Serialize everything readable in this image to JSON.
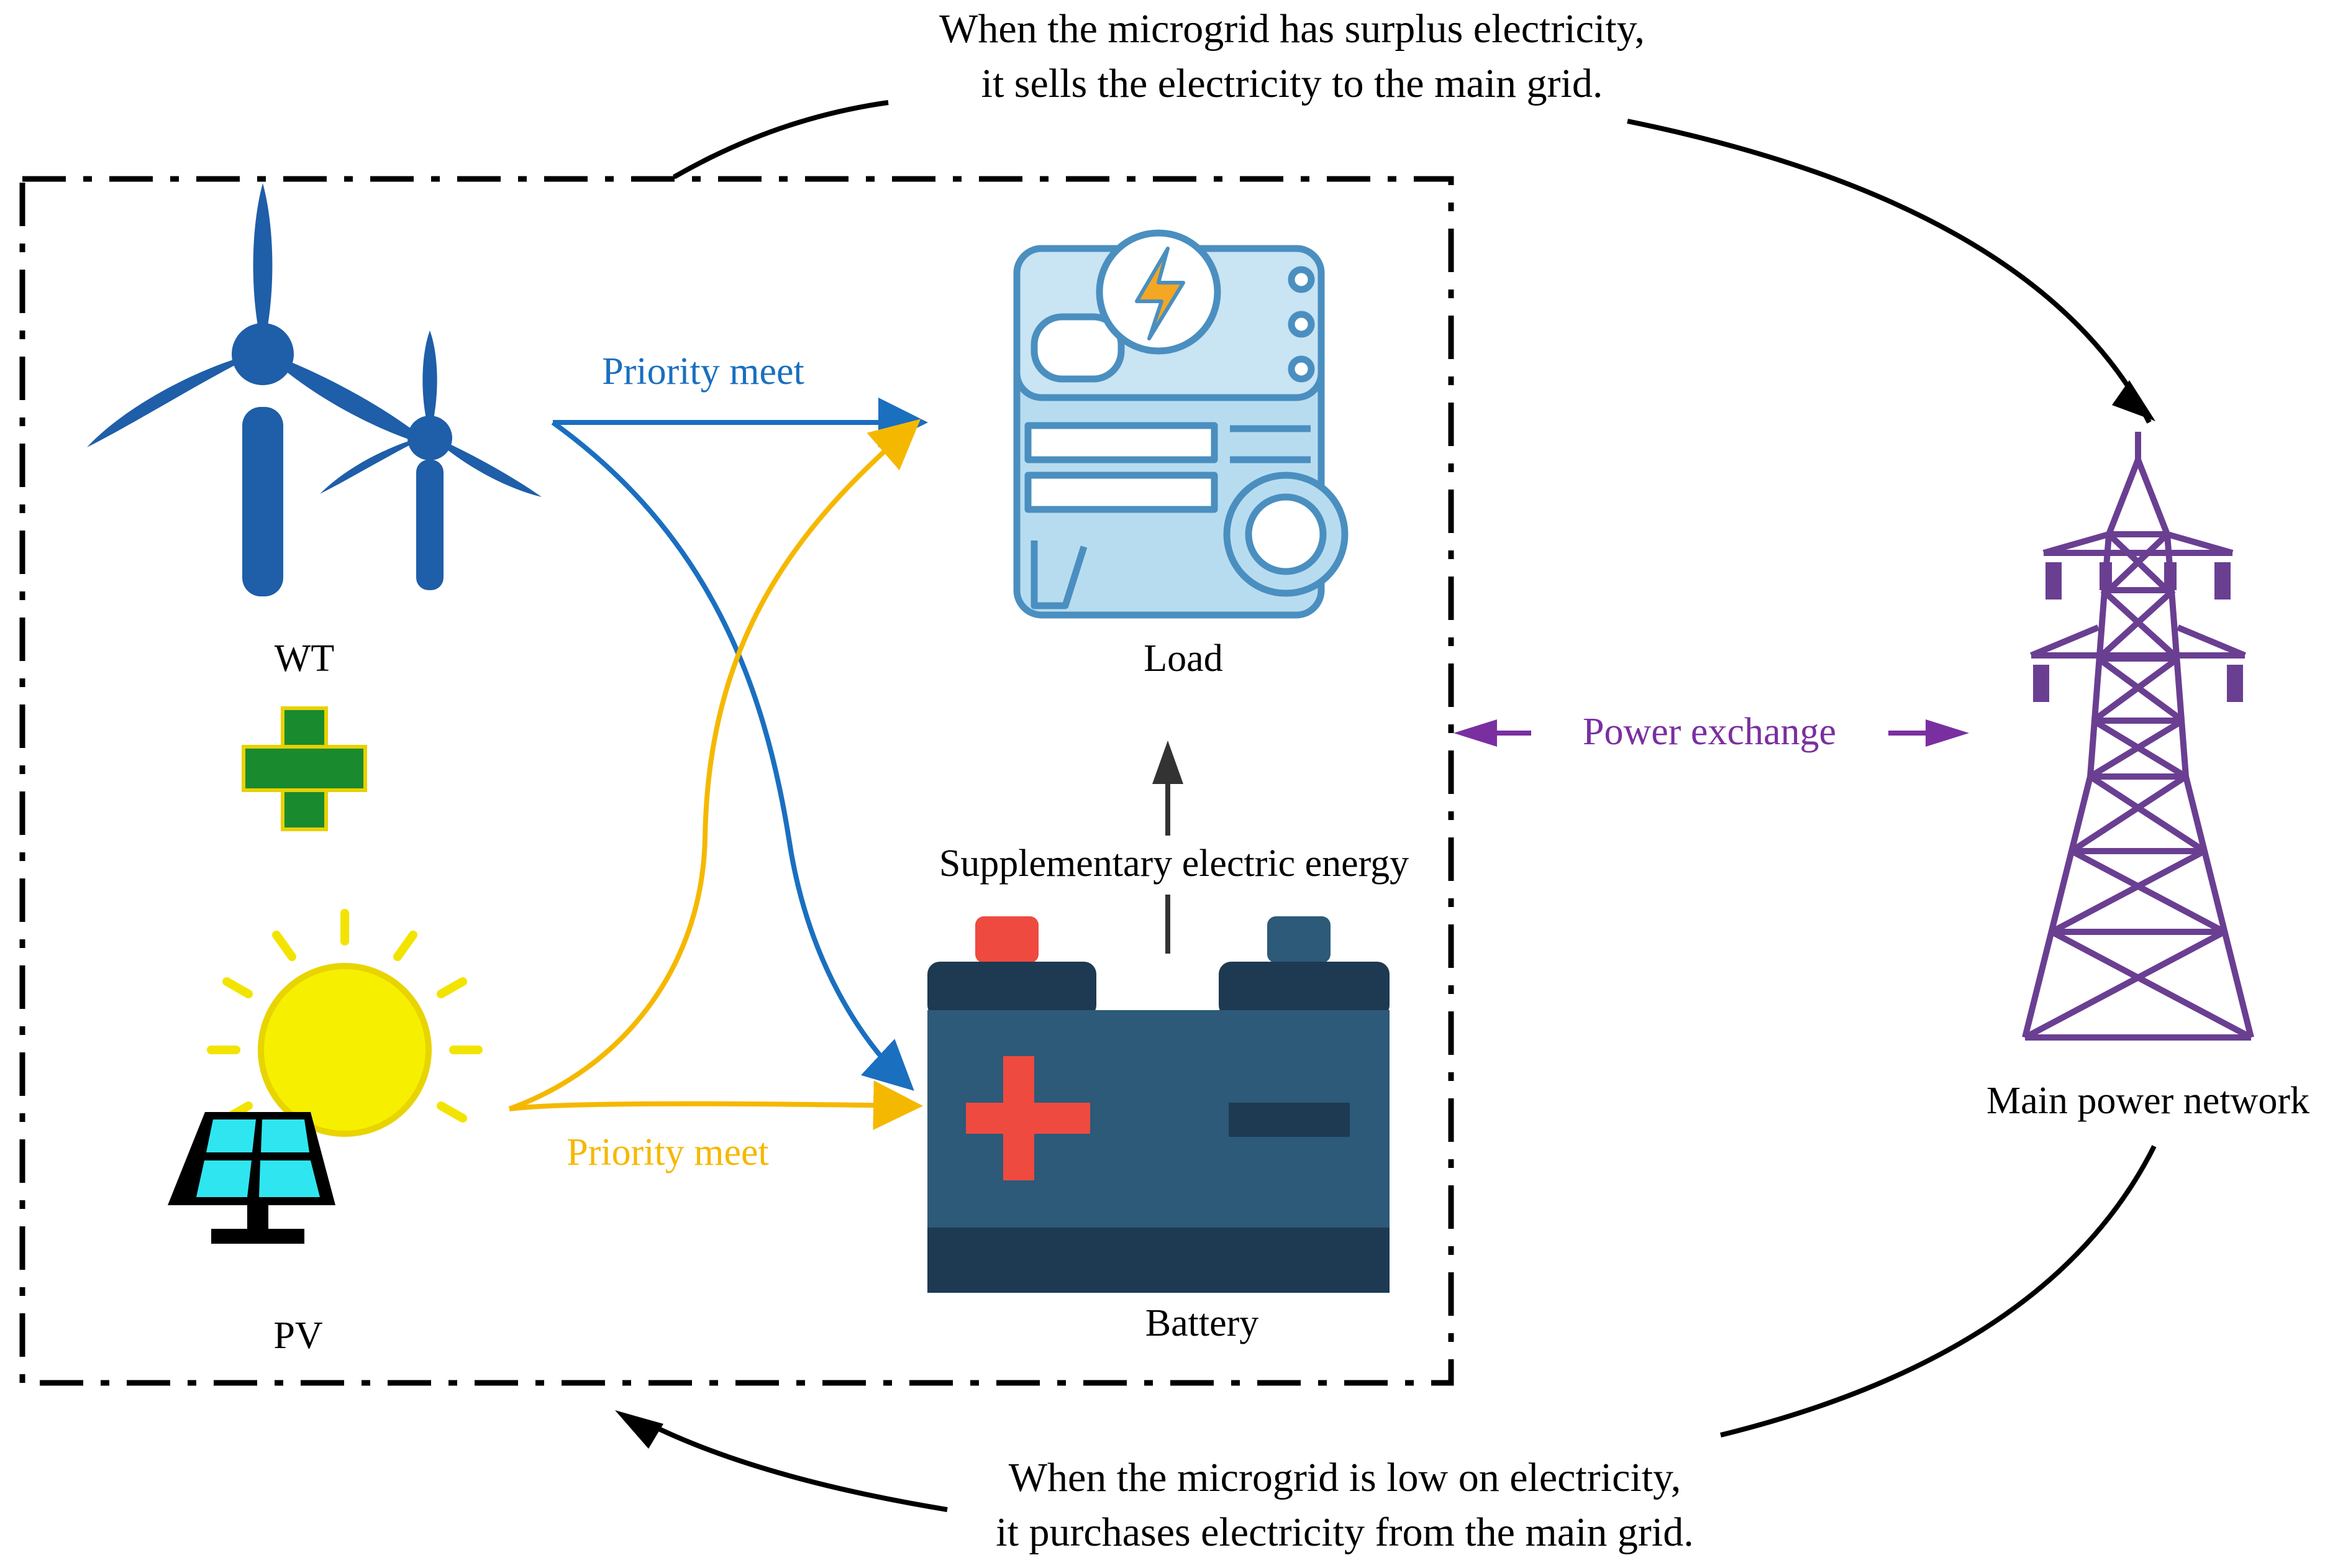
{
  "top_note": {
    "line1": "When the microgrid has surplus electricity,",
    "line2": "it sells the electricity to the main grid."
  },
  "bottom_note": {
    "line1": "When the microgrid is low on electricity,",
    "line2": "it purchases electricity from the main grid."
  },
  "labels": {
    "wt": "WT",
    "pv": "PV",
    "load": "Load",
    "battery": "Battery",
    "main_grid": "Main power network",
    "priority_blue": "Priority meet",
    "priority_yellow": "Priority meet",
    "supplementary": "Supplementary electric energy",
    "power_exchange": "Power exchange"
  },
  "colors": {
    "blue_flow": "#1a6fbf",
    "yellow_flow": "#f5b800",
    "purple": "#7a2fa0",
    "wind_turbine": "#1f5ea8",
    "plus_sign": "#1a8a2e",
    "sun": "#f7ef00",
    "solar_panel": "#2fe6f0",
    "load_device": "#b8dcef",
    "battery_body": "#2c5a78",
    "battery_dark": "#1d3a52",
    "battery_red": "#ef4a40",
    "tower": "#6a3f92"
  },
  "icons": [
    "wind-turbine-icon",
    "plus-icon",
    "sun-icon",
    "solar-panel-icon",
    "generator-icon",
    "battery-icon",
    "transmission-tower-icon"
  ]
}
